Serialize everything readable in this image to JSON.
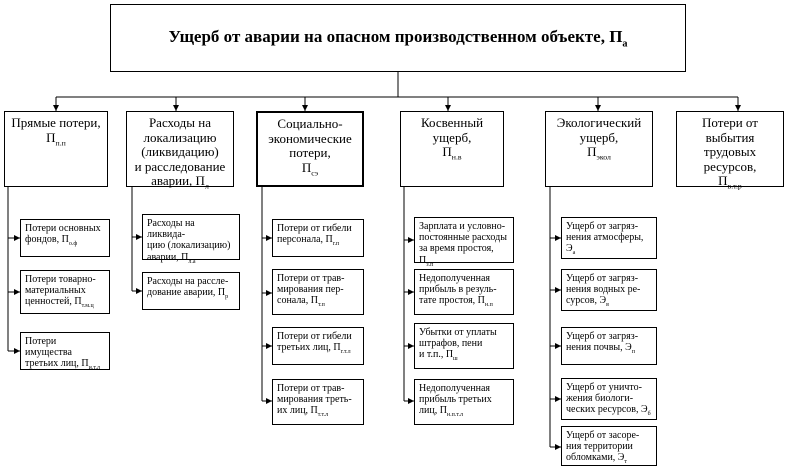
{
  "title": {
    "text": "Ущерб от аварии на опасном производственном объекте, П",
    "subscript": "а"
  },
  "categories": [
    {
      "text": "Прямые потери,\nП",
      "sub": "п.п"
    },
    {
      "text": "Расходы на\nлокализацию\n(ликвидацию)\nи расследование\nаварии, П",
      "sub": "л"
    },
    {
      "text": "Социально-\nэкономические\nпотери,\nП",
      "sub": "сэ"
    },
    {
      "text": "Косвенный\nущерб,\nП",
      "sub": "н.в"
    },
    {
      "text": "Экологический\nущерб,\nП",
      "sub": "экол"
    },
    {
      "text": "Потери от\nвыбытия\nтрудовых\nресурсов,\nП",
      "sub": "в.т.р"
    }
  ],
  "subitems": {
    "col1": [
      {
        "text": "Потери основных\nфондов, П",
        "sub": "о.ф"
      },
      {
        "text": "Потери товарно-\nматериальных\nценностей, П",
        "sub": "т.м.ц"
      },
      {
        "text": "Потери имущества\nтретьих лиц, П",
        "sub": "и.т.л"
      }
    ],
    "col2": [
      {
        "text": "Расходы на ликвида-\nцию (локализацию)\nаварии, П",
        "sub": "л.а"
      },
      {
        "text": "Расходы на рассле-\nдование аварии, П",
        "sub": "р"
      }
    ],
    "col3": [
      {
        "text": "Потери от гибели\nперсонала, П",
        "sub": "г.п"
      },
      {
        "text": "Потери от трав-\nмирования пер-\nсонала, П",
        "sub": "т.п"
      },
      {
        "text": "Потери от гибели\nтретьих лиц, П",
        "sub": "г.т.л"
      },
      {
        "text": "Потери от трав-\nмирования треть-\nих лиц, П",
        "sub": "т.т.л"
      }
    ],
    "col4": [
      {
        "text": "Зарплата и условно-\nпостоянные расходы\nза время простоя, П",
        "sub": "з.п"
      },
      {
        "text": "Недополученная\nприбыль в резуль-\nтате простоя, П",
        "sub": "н.п"
      },
      {
        "text": "Убытки от уплаты\nштрафов, пени\nи т.п., П",
        "sub": "ш"
      },
      {
        "text": "Недополученная\nприбыль третьих\nлиц, П",
        "sub": "н.п.т.л"
      }
    ],
    "col5": [
      {
        "text": "Ущерб от загряз-\nнения атмосферы,\nЭ",
        "sub": "а"
      },
      {
        "text": "Ущерб от загряз-\nнения водных ре-\nсурсов, Э",
        "sub": "в"
      },
      {
        "text": "Ущерб от загряз-\nнения почвы, Э",
        "sub": "п"
      },
      {
        "text": "Ущерб от уничто-\nжения биологи-\nческих ресурсов, Э",
        "sub": "б"
      },
      {
        "text": "Ущерб от засоре-\nния территории\nобломками, Э",
        "sub": "т"
      }
    ]
  }
}
